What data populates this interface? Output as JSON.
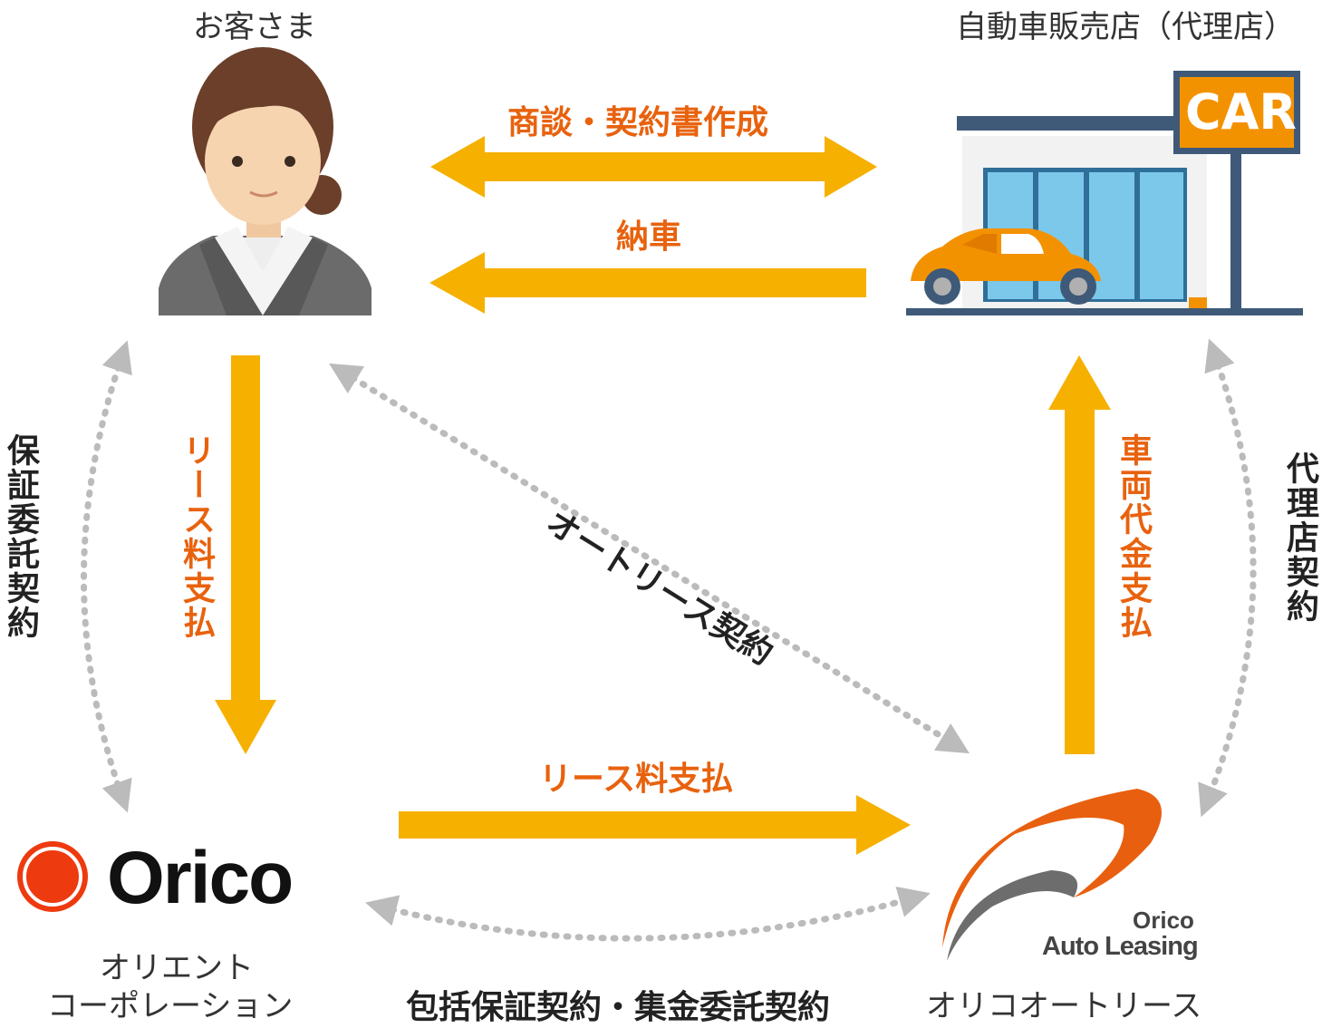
{
  "parties": {
    "customer": "お客さま",
    "dealer": "自動車販売店（代理店）",
    "orico_name": "Orico",
    "orico_company_line1": "オリエント",
    "orico_company_line2": "コーポレーション",
    "leasing_logo_line1": "Orico",
    "leasing_logo_line2": "Auto Leasing",
    "leasing_company": "オリコオートリース"
  },
  "store_sign": "CAR",
  "flows": {
    "negotiation": "商談・契約書作成",
    "delivery": "納車",
    "lease_payment_customer": "リース料支払",
    "lease_payment_orico": "リース料支払",
    "vehicle_payment": "車両代金支払"
  },
  "contracts": {
    "guarantee": "保証委託契約",
    "auto_lease": "オートリース契約",
    "agency": "代理店契約",
    "comprehensive": "包括保証契約・集金委託契約"
  },
  "colors": {
    "arrow": "#f6b000",
    "flow_text": "#e8620e",
    "dotted": "#bbbbbb",
    "orico_red": "#ee3a0f",
    "sign_orange": "#f39200",
    "store_blue": "#3f5a78"
  }
}
